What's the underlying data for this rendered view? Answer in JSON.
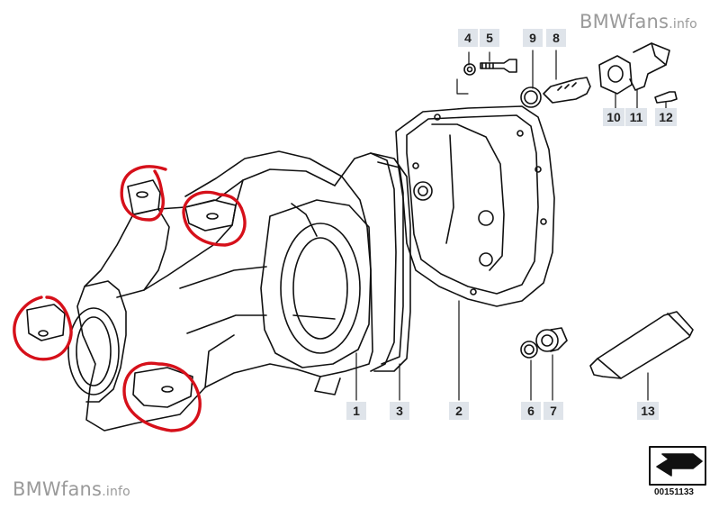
{
  "watermark": {
    "brand": "BMWfans",
    "suffix": ".info"
  },
  "diagram_code": "00151133",
  "part_callouts": [
    "1",
    "2",
    "3",
    "4",
    "5",
    "6",
    "7",
    "8",
    "9",
    "10",
    "11",
    "12",
    "13"
  ],
  "highlight_color": "#d6101a",
  "callout_bg": "#dfe4ea",
  "icons": [
    "bmw-watermark",
    "return-arrow-icon"
  ]
}
